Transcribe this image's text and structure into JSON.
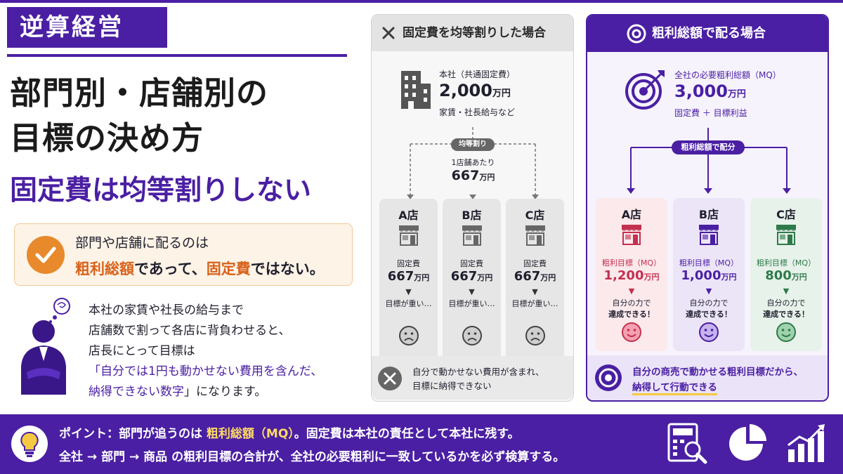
{
  "brand": "逆算経営",
  "title_line1": "部門別・店舗別の",
  "title_line2": "目標の決め方",
  "subtitle": "固定費は均等割りしない",
  "callout": {
    "line1": "部門や店舗に配るのは",
    "term1": "粗利総額",
    "mid": "であって、",
    "term2": "固定費",
    "end": "ではない。"
  },
  "body": {
    "line1": "本社の家賃や社長の給与まで",
    "line2": "店舗数で割って各店に背負わせると、",
    "line3": "店長にとって目標は",
    "line4": "「自分では1円も動かせない費用を含んだ、",
    "line5_purple": "納得できない数字",
    "line5_end": "」になります。"
  },
  "left_panel": {
    "header": "固定費を均等割りした場合",
    "hq_label": "本社（共通固定費）",
    "hq_amount": "2,000",
    "unit": "万円",
    "hq_note": "家賃・社長給与など",
    "split_badge": "均等割り",
    "per_store_label": "1店舗あたり",
    "per_store_amount": "667",
    "stores": [
      {
        "name": "A店",
        "caption": "固定費",
        "value": "667",
        "note": "目標が重い…"
      },
      {
        "name": "B店",
        "caption": "固定費",
        "value": "667",
        "note": "目標が重い…"
      },
      {
        "name": "C店",
        "caption": "固定費",
        "value": "667",
        "note": "目標が重い…"
      }
    ],
    "footer_line1": "自分で動かせない費用が含まれ、",
    "footer_line2": "目標に納得できない"
  },
  "right_panel": {
    "header": "粗利総額で配る場合",
    "mq_label": "全社の必要粗利総額（MQ）",
    "mq_amount": "3,000",
    "unit": "万円",
    "mq_note": "固定費 ＋ 目標利益",
    "split_badge": "粗利総額で配分",
    "stores": [
      {
        "name": "A店",
        "caption": "粗利目標（MQ）",
        "value": "1,200",
        "note1": "自分の力で",
        "note2": "達成できる！",
        "color": "#c4304f"
      },
      {
        "name": "B店",
        "caption": "粗利目標（MQ）",
        "value": "1,000",
        "note1": "自分の力で",
        "note2": "達成できる！",
        "color": "#4a1fa3"
      },
      {
        "name": "C店",
        "caption": "粗利目標（MQ）",
        "value": "800",
        "note1": "自分の力で",
        "note2": "達成できる！",
        "color": "#2f7a4a"
      }
    ],
    "footer_line1": "自分の商売で動かせる粗利目標だから、",
    "footer_line2": "納得して行動できる"
  },
  "bottom": {
    "line1_a": "ポイント：部門が追うのは ",
    "line1_term": "粗利総額（MQ）",
    "line1_b": "。固定費は本社の責任として本社に残す。",
    "line2": "全社 → 部門 → 商品 の粗利目標の合計が、全社の必要粗利に一致しているかを必ず検算する。"
  },
  "colors": {
    "brand": "#4a1fa3",
    "accent": "#e8892c"
  }
}
